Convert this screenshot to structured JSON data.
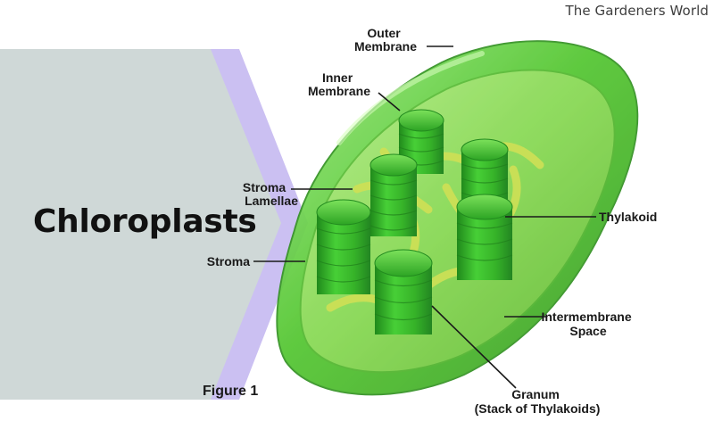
{
  "site_name": "The Gardeners World",
  "title": "Chloroplasts",
  "figure_caption": "Figure 1",
  "labels": {
    "outer_membrane": [
      "Outer",
      "Membrane"
    ],
    "inner_membrane": [
      "Inner",
      "Membrane"
    ],
    "stroma_lamellae": [
      "Stroma",
      "Lamellae"
    ],
    "stroma": "Stroma",
    "thylakoid": "Thylakoid",
    "intermembrane_space": [
      "Intermembrane",
      "Space"
    ],
    "granum": [
      "Granum",
      "(Stack of Thylakoids)"
    ]
  },
  "colors": {
    "panel": "#cfd8d7",
    "panel_accent": "#cbc0f2",
    "chloroplast_green": "#4ec22e",
    "granum_green": "#22a81d",
    "lamellae_yellow": "#e4ea5c"
  }
}
